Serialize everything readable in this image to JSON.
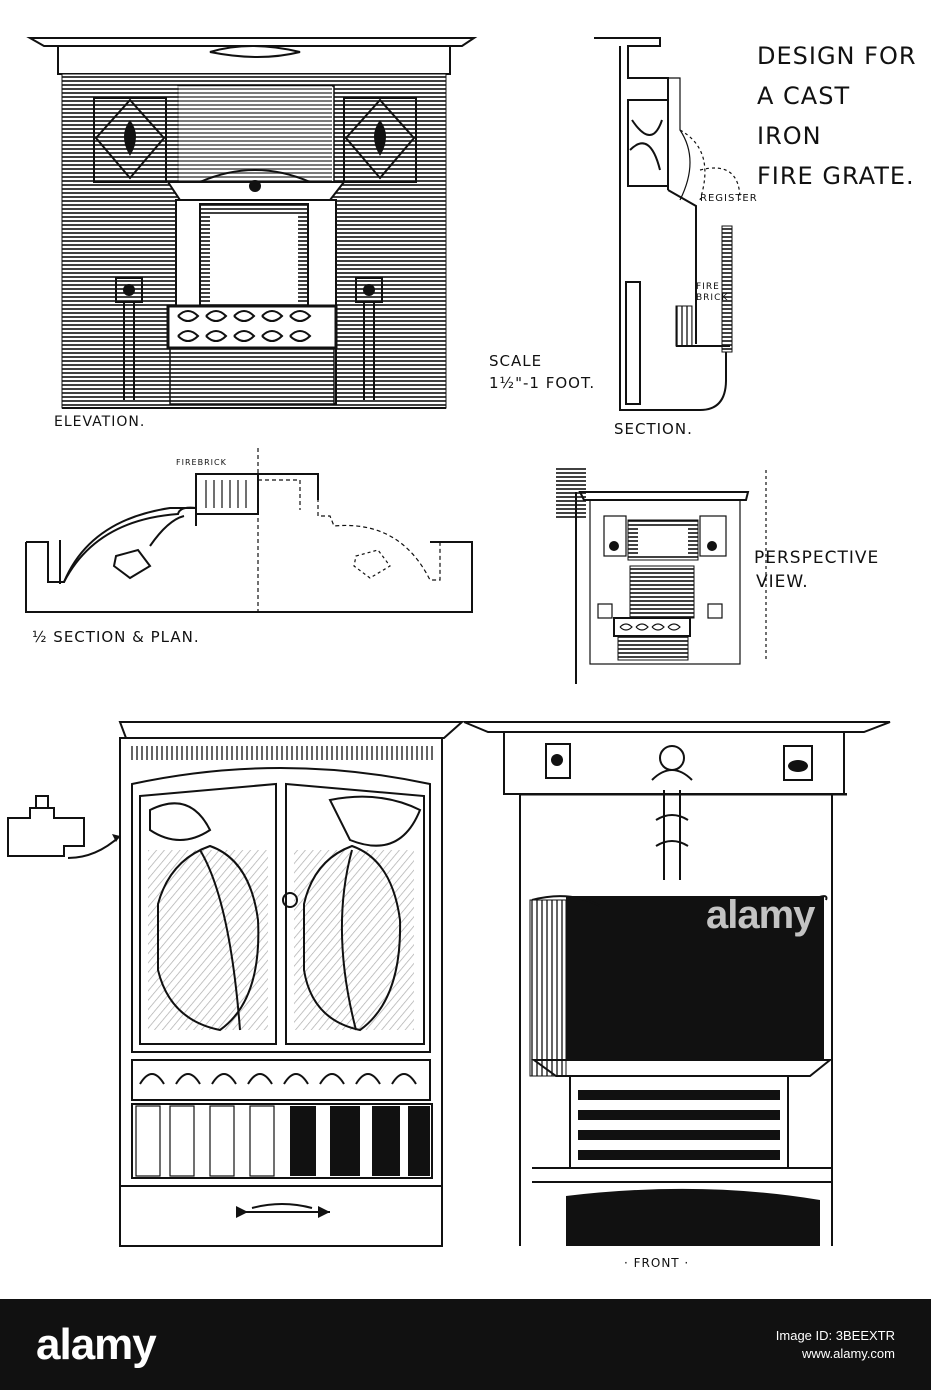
{
  "title": {
    "line1": "DESIGN FOR",
    "line2": "A CAST IRON",
    "line3": "FIRE GRATE."
  },
  "labels": {
    "elevation": "ELEVATION.",
    "scale_line1": "SCALE",
    "scale_line2": "1½\"-1 FOOT.",
    "section": "SECTION.",
    "register": "REGISTER",
    "fire_brick_1": "FIRE",
    "fire_brick_2": "BRICK",
    "firebrick_plan": "FIREBRICK",
    "half_section_plan": "½ SECTION & PLAN.",
    "perspective_1": "PERSPECTIVE",
    "perspective_2": "VIEW.",
    "front": "· FRONT ·"
  },
  "footer": {
    "logo": "alamy",
    "image_id_label": "Image ID: 3BEEXTR",
    "site": "www.alamy.com"
  },
  "watermark": "alamy",
  "colors": {
    "ink": "#111111",
    "paper": "#ffffff",
    "footer_bg": "#111111"
  }
}
